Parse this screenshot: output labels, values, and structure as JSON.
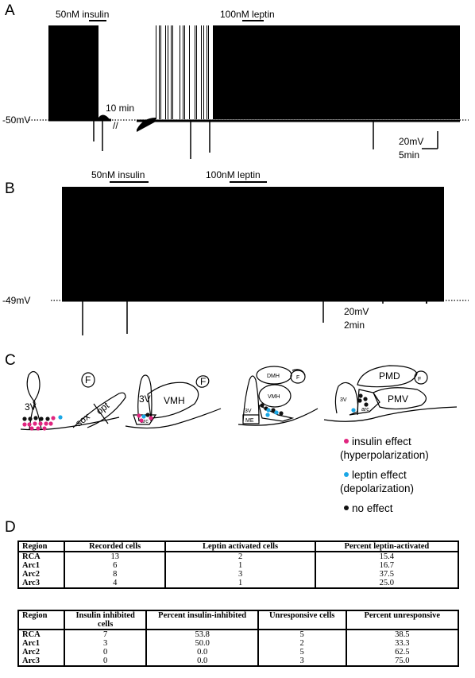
{
  "panel_a": {
    "label": "A",
    "insulin": "50nM insulin",
    "leptin": "100nM leptin",
    "voltage": "-50mV",
    "gap": "10 min",
    "scale_v": "20mV",
    "scale_t": "5min"
  },
  "panel_b": {
    "label": "B",
    "insulin": "50nM insulin",
    "leptin": "100nM leptin",
    "voltage": "-49mV",
    "scale_v": "20mV",
    "scale_t": "2min"
  },
  "panel_c": {
    "label": "C",
    "regions": {
      "v3": "3V",
      "f": "F",
      "sox": "sox",
      "opt": "opt",
      "vmh": "VMH",
      "arc": "arc",
      "dmh": "DMH",
      "me": "ME",
      "pmd": "PMD",
      "pmv": "PMV"
    },
    "legend": {
      "insulin_line1": "insulin effect",
      "insulin_line2": "(hyperpolarization)",
      "leptin_line1": "leptin effect",
      "leptin_line2": "(depolarization)",
      "none": "no effect"
    },
    "colors": {
      "insulin": "#e0257f",
      "leptin": "#1aa7e6",
      "none": "#111111"
    }
  },
  "panel_d": {
    "label": "D",
    "table1": {
      "headers": [
        "Region",
        "Recorded cells",
        "Leptin activated cells",
        "Percent leptin-activated"
      ],
      "rows": [
        [
          "RCA",
          "13",
          "2",
          "15.4"
        ],
        [
          "Arc1",
          "6",
          "1",
          "16.7"
        ],
        [
          "Arc2",
          "8",
          "3",
          "37.5"
        ],
        [
          "Arc3",
          "4",
          "1",
          "25.0"
        ]
      ]
    },
    "table2": {
      "headers": [
        "Region",
        "Insulin inhibited cells",
        "Percent insulin-inhibited",
        "Unresponsive cells",
        "Percent unresponsive"
      ],
      "rows": [
        [
          "RCA",
          "7",
          "53.8",
          "5",
          "38.5"
        ],
        [
          "Arc1",
          "3",
          "50.0",
          "2",
          "33.3"
        ],
        [
          "Arc2",
          "0",
          "0.0",
          "5",
          "62.5"
        ],
        [
          "Arc3",
          "0",
          "0.0",
          "3",
          "75.0"
        ]
      ]
    }
  }
}
